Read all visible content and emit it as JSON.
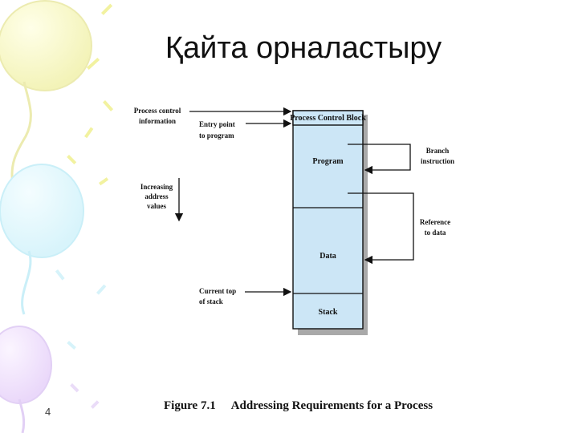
{
  "slide": {
    "title": "Қайта орналастыру",
    "page_number": "4",
    "caption_number": "Figure 7.1",
    "caption_text": "Addressing Requirements for a Process"
  },
  "diagram": {
    "labels": {
      "process_control_1": "Process control",
      "process_control_2": "information",
      "entry_point_1": "Entry point",
      "entry_point_2": "to program",
      "increasing_1": "Increasing",
      "increasing_2": "address",
      "increasing_3": "values",
      "current_top_1": "Current top",
      "current_top_2": "of stack",
      "branch_1": "Branch",
      "branch_2": "instruction",
      "reference_1": "Reference",
      "reference_2": "to data"
    },
    "sections": {
      "pcb": "Process Control Block",
      "program": "Program",
      "data": "Data",
      "stack": "Stack"
    },
    "colors": {
      "block_fill": "#cce6f6",
      "shadow": "#a9a9a9",
      "line": "#111111"
    }
  }
}
